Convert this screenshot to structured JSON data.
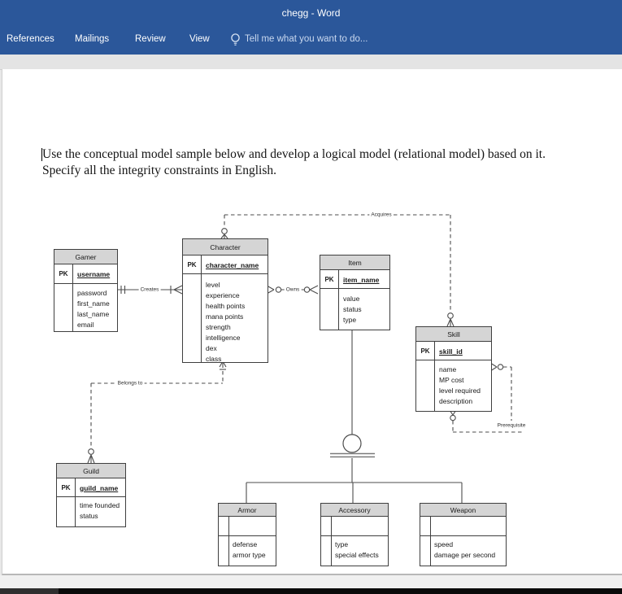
{
  "window": {
    "title": "chegg - Word"
  },
  "ribbon": {
    "tabs": [
      "References",
      "Mailings",
      "Review",
      "View"
    ],
    "tell_me": "Tell me what you want to do...",
    "bulb_icon": "lightbulb-icon"
  },
  "colors": {
    "title_bar_blue": "#2b579a",
    "entity_header_gray": "#d5d5d5",
    "line_gray": "#4d4d4d"
  },
  "document": {
    "paragraph": "Use the conceptual model sample below and develop a logical model (relational model) based on it. Specify all the integrity constraints in English."
  },
  "diagram": {
    "pk_label": "PK",
    "entities": {
      "gamer": {
        "title": "Gamer",
        "key": "username",
        "attrs": "password\nfirst_name\nlast_name\nemail"
      },
      "character": {
        "title": "Character",
        "key": "character_name",
        "attrs": "level\nexperience\nhealth points\nmana points\nstrength\nintelligence\ndex\nclass"
      },
      "item": {
        "title": "Item",
        "key": "item_name",
        "attrs": "value\nstatus\ntype"
      },
      "skill": {
        "title": "Skill",
        "key": "skill_id",
        "attrs": "name\nMP cost\nlevel required\ndescription"
      },
      "guild": {
        "title": "Guild",
        "key": "guild_name",
        "attrs": "time founded\nstatus"
      },
      "armor": {
        "title": "Armor",
        "attrs": "defense\narmor type"
      },
      "accessory": {
        "title": "Accessory",
        "attrs": "type\nspecial effects"
      },
      "weapon": {
        "title": "Weapon",
        "attrs": "speed\ndamage per second"
      }
    },
    "relationships": {
      "creates": "Creates",
      "owns": "Owns",
      "acquires": "Acquires",
      "belongs_to": "Belongs to",
      "prerequisite": "Prerequisite"
    }
  }
}
